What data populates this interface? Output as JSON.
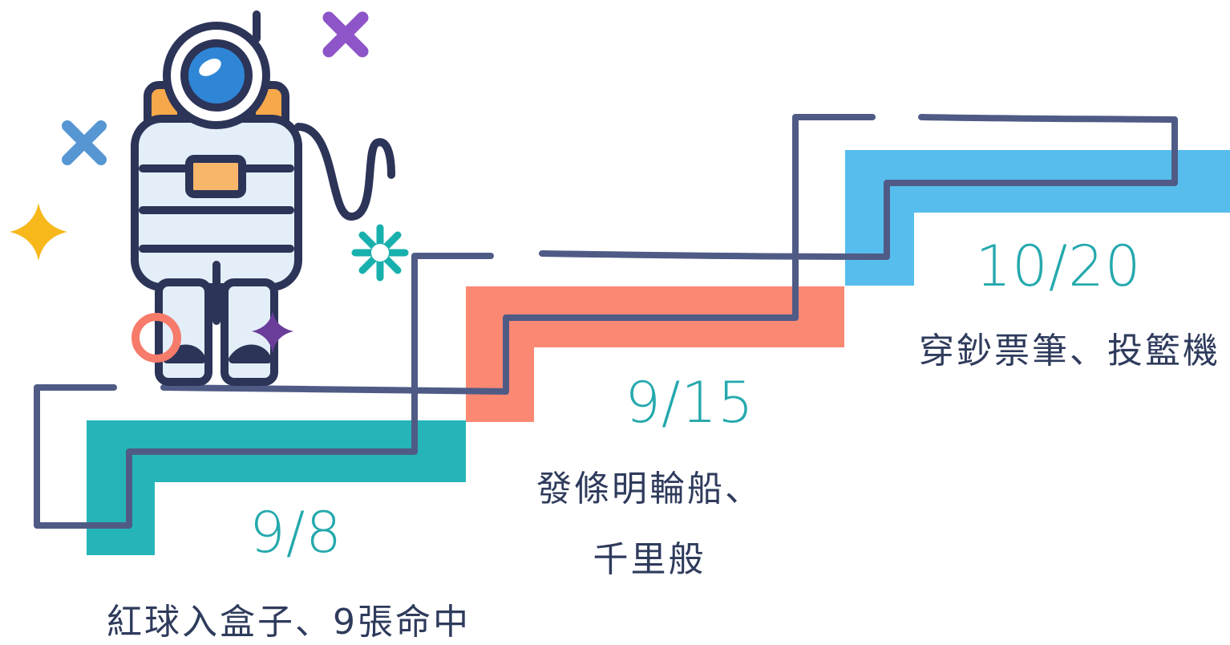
{
  "colors": {
    "teal": "#25b5b8",
    "salmon": "#fa8873",
    "sky": "#56bded",
    "line": "#4f5b85",
    "date_text": "#25a9ad",
    "desc_text": "#2f3b5c",
    "suit_outline": "#2c3458",
    "suit_fill": "#e3eef8",
    "visor": "#2f86d6",
    "backpack": "#f6a84a",
    "chest_panel": "#f7b66a",
    "deco_purple": "#8e55c8",
    "deco_blue": "#5697d3",
    "deco_yellow": "#f7b81c",
    "deco_teal": "#18b0ad",
    "deco_violet": "#6a3d9a",
    "deco_coral": "#f77b6a"
  },
  "steps": [
    {
      "date": "9/8",
      "desc_lines": [
        "紅球入盒子、9張命中"
      ],
      "color": "teal"
    },
    {
      "date": "9/15",
      "desc_lines": [
        "發條明輪船、",
        "千里般"
      ],
      "color": "salmon"
    },
    {
      "date": "10/20",
      "desc_lines": [
        "穿鈔票筆、投籃機"
      ],
      "color": "sky"
    }
  ],
  "decorations": [
    "astronaut-icon",
    "purple-cross-icon",
    "blue-cross-icon",
    "yellow-star-icon",
    "teal-asterisk-icon",
    "violet-star-icon",
    "coral-ring-icon"
  ]
}
